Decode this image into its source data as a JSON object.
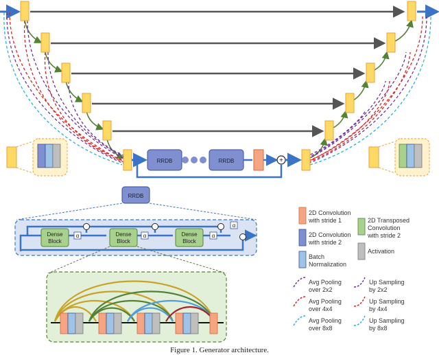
{
  "rrdb_label": "RRDB",
  "dense_block_line1": "Dense",
  "dense_block_line2": "Block",
  "alpha_symbol": "α",
  "legend": {
    "conv_stride1_line1": "2D Convolution",
    "conv_stride1_line2": "with stride 1",
    "conv_stride2_line1": "2D Convolution",
    "conv_stride2_line2": "with stride 2",
    "batchnorm_line1": "Batch",
    "batchnorm_line2": "Normalization",
    "transposed_line1": "2D Transposed",
    "transposed_line2": "Convolution",
    "transposed_line3": "with stride 2",
    "activation": "Activation",
    "avgpool2_line1": "Avg Pooling",
    "avgpool2_line2": "over 2x2",
    "avgpool4_line1": "Avg Pooling",
    "avgpool4_line2": "over 4x4",
    "avgpool8_line1": "Avg Pooling",
    "avgpool8_line2": "over 8x8",
    "upsample2_line1": "Up Sampling",
    "upsample2_line2": "by 2x2",
    "upsample4_line1": "Up Sampling",
    "upsample4_line2": "by 4x4",
    "upsample8_line1": "Up Sampling",
    "upsample8_line2": "by 8x8"
  },
  "caption": "Figure 1. Generator architecture.",
  "colors": {
    "yellow": "#ffd966",
    "yellow_stroke": "#e8a33a",
    "salmon": "#f4a582",
    "purple_blue": "#7f8fd0",
    "light_blue": "#9dc3e6",
    "green": "#a9d18e",
    "gray": "#bfbfbf",
    "arrow_blue": "#3b74c6",
    "skip_gray": "#555555",
    "curve_green": "#548235",
    "pool_purple": "#7030a0",
    "pool_red": "#e02020",
    "pool_cyan": "#25b0e8",
    "arc_gold": "#c9a227",
    "arc_green": "#548235",
    "arc_blue": "#4f9ed8",
    "arc_darkred": "#a0262c",
    "rrdb_panel_fill": "#dae3f3",
    "dense_panel_fill": "#e2efd9"
  }
}
